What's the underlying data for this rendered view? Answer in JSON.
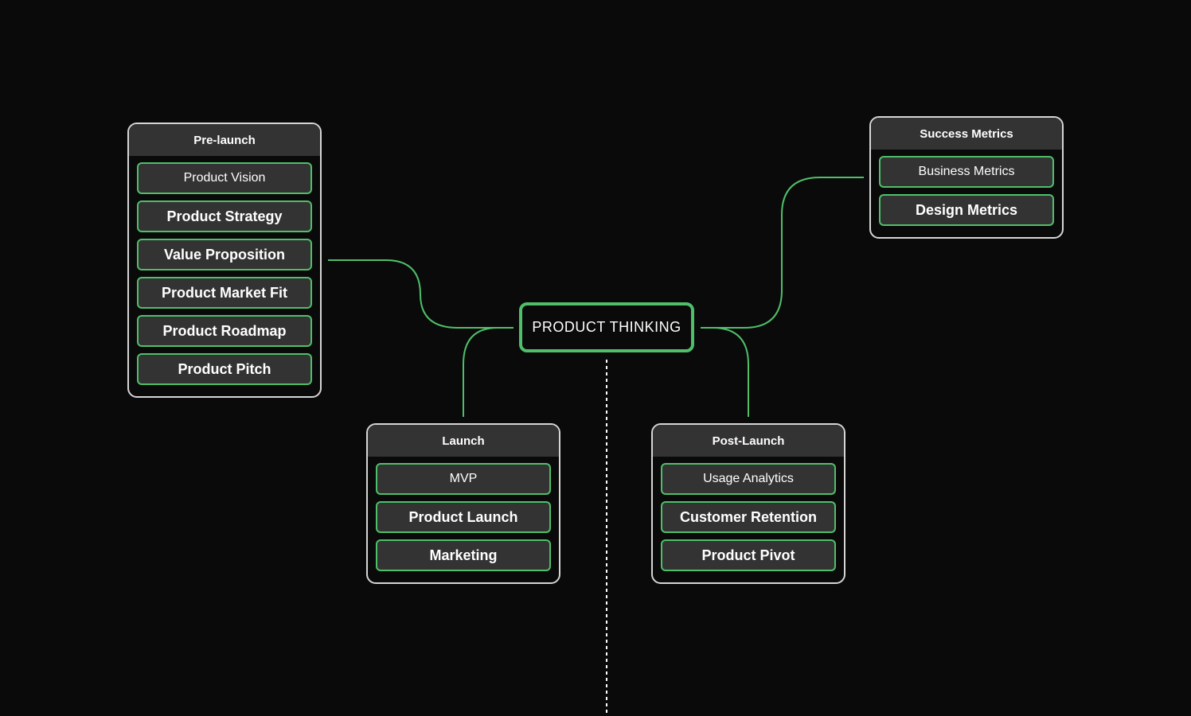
{
  "center": {
    "label": "PRODUCT THINKING"
  },
  "groups": {
    "pre_launch": {
      "title": "Pre-launch",
      "items": [
        "Product Vision",
        "Product Strategy",
        "Value Proposition",
        "Product Market Fit",
        "Product Roadmap",
        "Product Pitch"
      ]
    },
    "success_metrics": {
      "title": "Success Metrics",
      "items": [
        "Business Metrics",
        "Design Metrics"
      ]
    },
    "launch": {
      "title": "Launch",
      "items": [
        "MVP",
        "Product Launch",
        "Marketing"
      ]
    },
    "post_launch": {
      "title": "Post-Launch",
      "items": [
        "Usage Analytics",
        "Customer Retention",
        "Product Pivot"
      ]
    }
  },
  "colors": {
    "background": "#0a0a0a",
    "accent": "#4fbf6a",
    "box_fill": "#333333",
    "group_border": "#d6d6d6"
  }
}
